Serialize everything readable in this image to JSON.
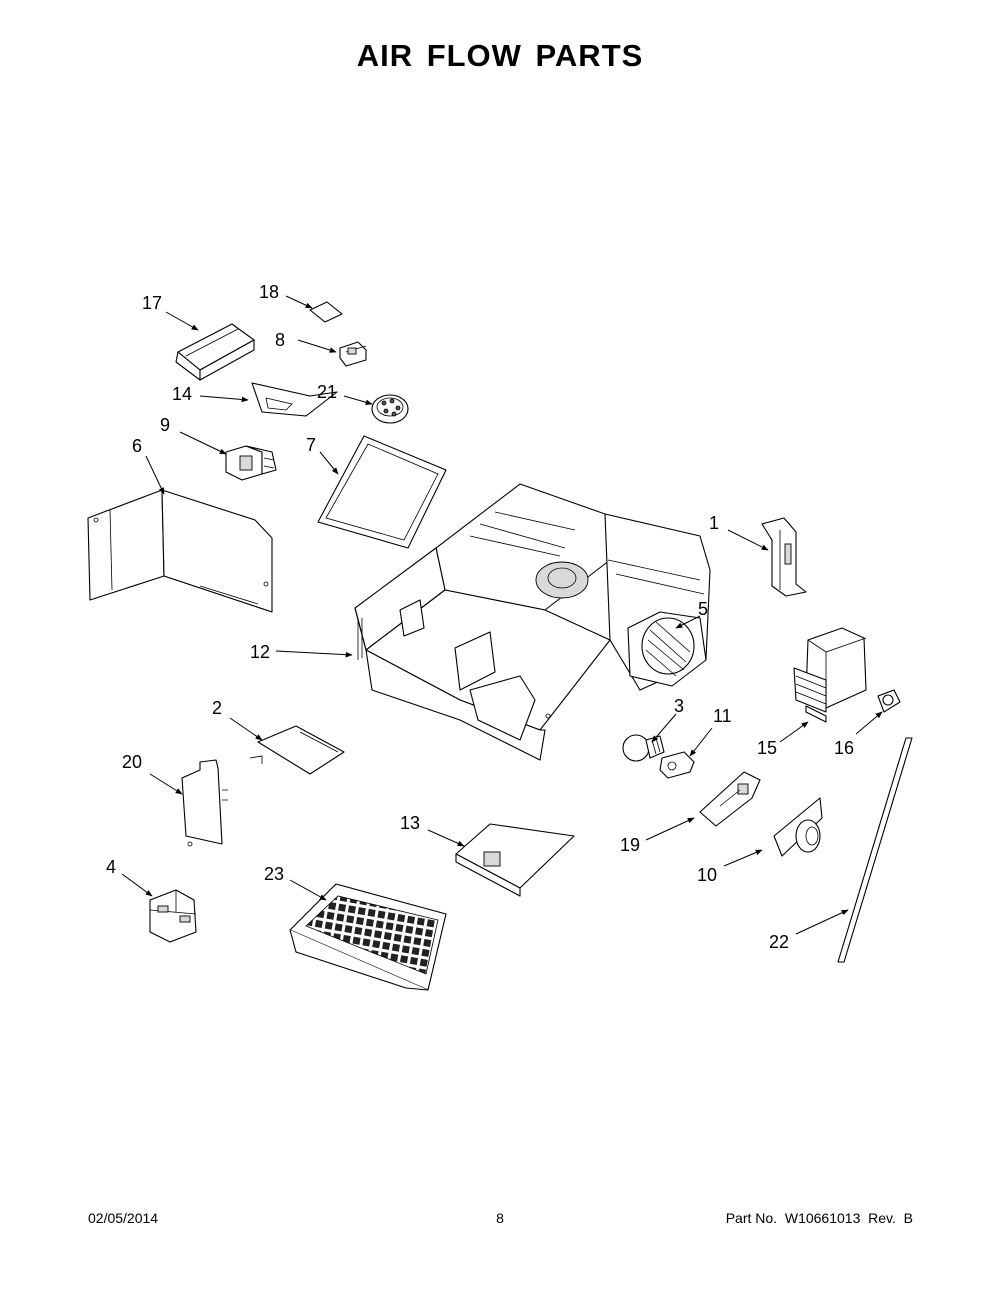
{
  "title": "AIR FLOW PARTS",
  "callouts": [
    "17",
    "18",
    "8",
    "14",
    "21",
    "9",
    "6",
    "7",
    "1",
    "5",
    "12",
    "2",
    "3",
    "11",
    "20",
    "15",
    "16",
    "19",
    "13",
    "4",
    "23",
    "10",
    "22"
  ],
  "footer": {
    "date": "02/05/2014",
    "page": "8",
    "part_number": "Part No.  W10661013  Rev.  B"
  },
  "colors": {
    "ink": "#000000",
    "background": "#ffffff"
  }
}
